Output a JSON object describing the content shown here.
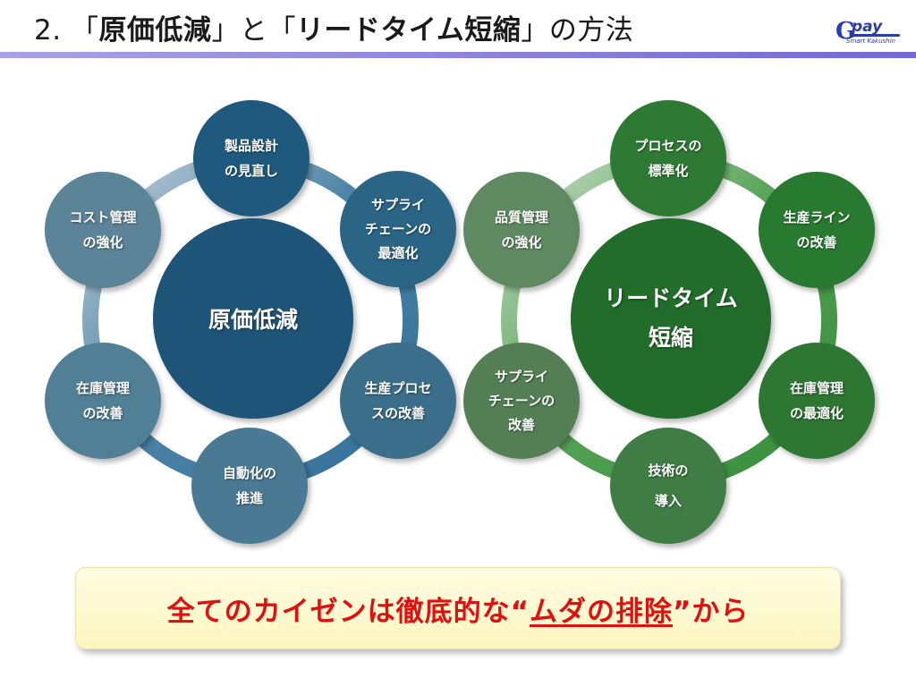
{
  "header": {
    "title_num": "2.",
    "title_q1_open": "「",
    "title_term1": "原価低減",
    "title_q1_close": "」",
    "title_and": "と",
    "title_q2_open": "「",
    "title_term2": "リードタイム短縮",
    "title_q2_close": "」",
    "title_suffix": "の方法",
    "accent_color": "#7468d6"
  },
  "logo": {
    "mark": "G",
    "word": "pay",
    "tagline": "Smart Kakushin",
    "color": "#2a3bb0"
  },
  "left_diagram": {
    "center": "原価低減",
    "items": [
      {
        "lines": [
          "製品設計",
          "の見直し"
        ]
      },
      {
        "lines": [
          "サプライ",
          "チェーンの",
          "最適化"
        ]
      },
      {
        "lines": [
          "生産プロセ",
          "スの改善"
        ]
      },
      {
        "lines": [
          "自動化の",
          "推進"
        ]
      },
      {
        "lines": [
          "在庫管理",
          "の改善"
        ]
      },
      {
        "lines": [
          "コスト管理",
          "の強化"
        ]
      }
    ],
    "color": "#1e5478"
  },
  "right_diagram": {
    "center_lines": [
      "リードタイム",
      "短縮"
    ],
    "items": [
      {
        "lines": [
          "プロセスの",
          "標準化"
        ]
      },
      {
        "lines": [
          "生産ライン",
          "の改善"
        ]
      },
      {
        "lines": [
          "在庫管理",
          "の最適化"
        ]
      },
      {
        "lines": [
          "技術の",
          "導入"
        ]
      },
      {
        "lines": [
          "サプライ",
          "チェーンの",
          "改善"
        ]
      },
      {
        "lines": [
          "品質管理",
          "の強化"
        ]
      }
    ],
    "color": "#226d2b"
  },
  "banner": {
    "prefix": "全てのカイゼンは徹底的な",
    "open_quote": "“",
    "emphasis": "ムダの排除",
    "close_quote": "”",
    "suffix": "から",
    "text_color": "#e01010"
  }
}
